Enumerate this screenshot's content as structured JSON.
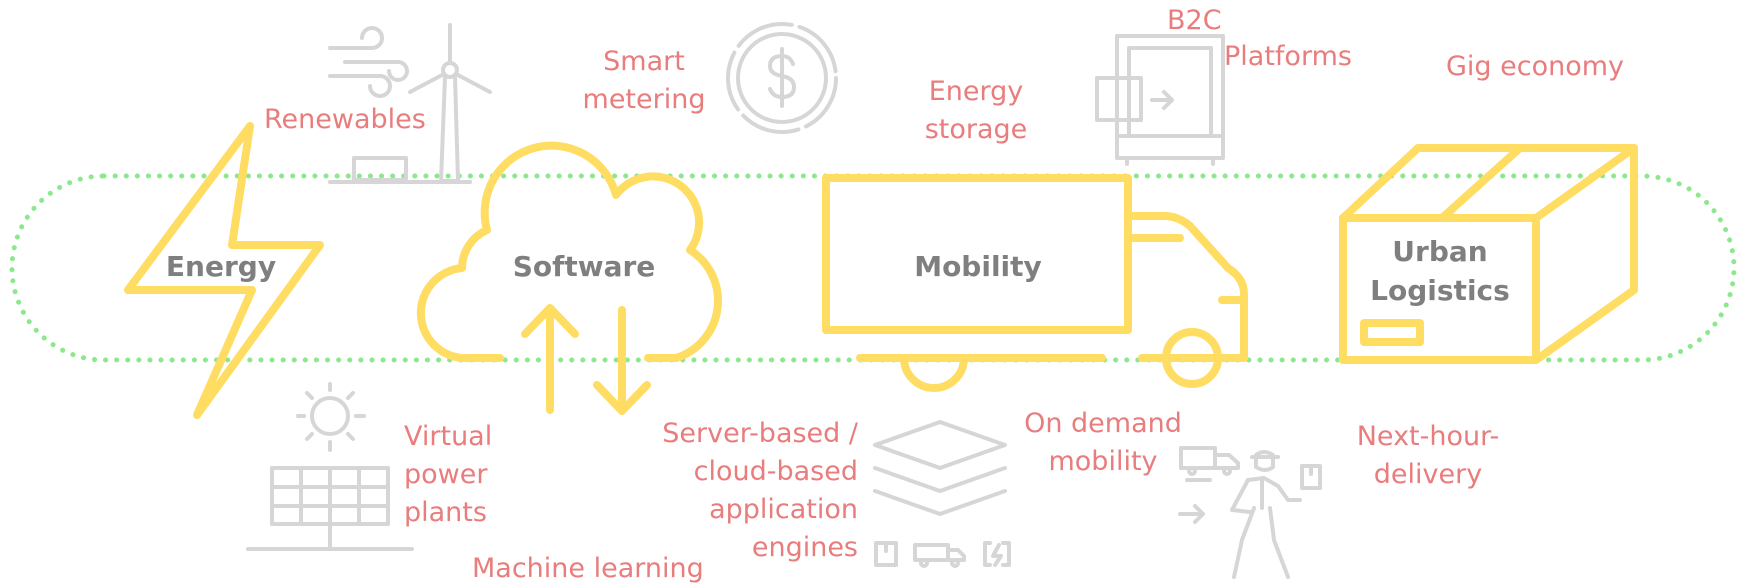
{
  "core": {
    "energy": "Energy",
    "software": "Software",
    "mobility": "Mobility",
    "urban_logistics_line1": "Urban",
    "urban_logistics_line2": "Logistics"
  },
  "labels": {
    "renewables": "Renewables",
    "smart_metering_line1": "Smart",
    "smart_metering_line2": "metering",
    "energy_storage_line1": "Energy",
    "energy_storage_line2": "storage",
    "b2c_line1": "B2C",
    "b2c_line2": "Platforms",
    "gig_economy": "Gig economy",
    "virtual_power_plants_line1": "Virtual",
    "virtual_power_plants_line2": "power",
    "virtual_power_plants_line3": "plants",
    "machine_learning": "Machine learning",
    "server_based_line1": "Server-based /",
    "server_based_line2": "cloud-based",
    "server_based_line3": "application",
    "server_based_line4": "engines",
    "on_demand_line1": "On demand",
    "on_demand_line2": "mobility",
    "next_hour_line1": "Next-hour-",
    "next_hour_line2": "delivery"
  },
  "colors": {
    "label": "#E97C7C",
    "core_text": "#7F7F7F",
    "core_icon": "#FFDC62",
    "secondary_icon": "#D6D6D6",
    "ring": "#8CE88C"
  }
}
